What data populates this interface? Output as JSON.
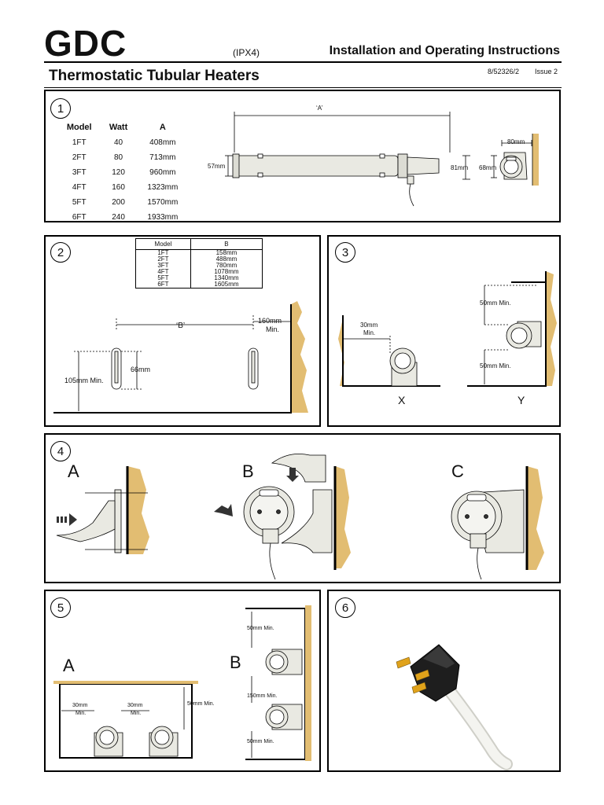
{
  "header": {
    "logo": "GDC",
    "rating": "(IPX4)",
    "title": "Installation and Operating Instructions",
    "subtitle": "Thermostatic Tubular Heaters",
    "doc_ref": "8/52326/2",
    "issue": "Issue 2"
  },
  "panel1": {
    "number": "1",
    "headers": [
      "Model",
      "Watt",
      "A"
    ],
    "rows": [
      [
        "1FT",
        "40",
        "408mm"
      ],
      [
        "2FT",
        "80",
        "713mm"
      ],
      [
        "3FT",
        "120",
        "960mm"
      ],
      [
        "4FT",
        "160",
        "1323mm"
      ],
      [
        "5FT",
        "200",
        "1570mm"
      ],
      [
        "6FT",
        "240",
        "1933mm"
      ]
    ],
    "dim_a": "‘A’",
    "dim_57": "57mm",
    "dim_81": "81mm",
    "dim_80": "80mm",
    "dim_68": "68mm"
  },
  "panel2": {
    "number": "2",
    "table_headers": [
      "Model",
      "B"
    ],
    "table_rows": [
      [
        "1FT",
        "158mm"
      ],
      [
        "2FT",
        "488mm"
      ],
      [
        "3FT",
        "780mm"
      ],
      [
        "4FT",
        "1078mm"
      ],
      [
        "5FT",
        "1340mm"
      ],
      [
        "6FT",
        "1605mm"
      ]
    ],
    "dim_b": "‘B’",
    "dim_160": "160mm",
    "dim_min": "Min.",
    "dim_66": "66mm",
    "dim_105": "105mm Min."
  },
  "panel3": {
    "number": "3",
    "dim_30": "30mm",
    "dim_30_min": "Min.",
    "dim_50_top": "50mm Min.",
    "dim_50_bottom": "50mm Min.",
    "label_x": "X",
    "label_y": "Y"
  },
  "panel4": {
    "number": "4",
    "label_a": "A",
    "label_b": "B",
    "label_c": "C"
  },
  "panel5": {
    "number": "5",
    "label_a": "A",
    "label_b": "B",
    "dim_30a": "30mm",
    "dim_30a_min": "Min.",
    "dim_30b": "30mm",
    "dim_30b_min": "Min.",
    "dim_50": "50mm Min.",
    "dim_50_top": "50mm Min.",
    "dim_150": "150mm Min.",
    "dim_50_bottom": "50mm Min."
  },
  "panel6": {
    "number": "6"
  },
  "colors": {
    "wall": "#e2bd72",
    "heater": "#e9e9e2",
    "outline": "#000000",
    "plug": "#1e1e1e",
    "pins": "#e0a21a"
  }
}
